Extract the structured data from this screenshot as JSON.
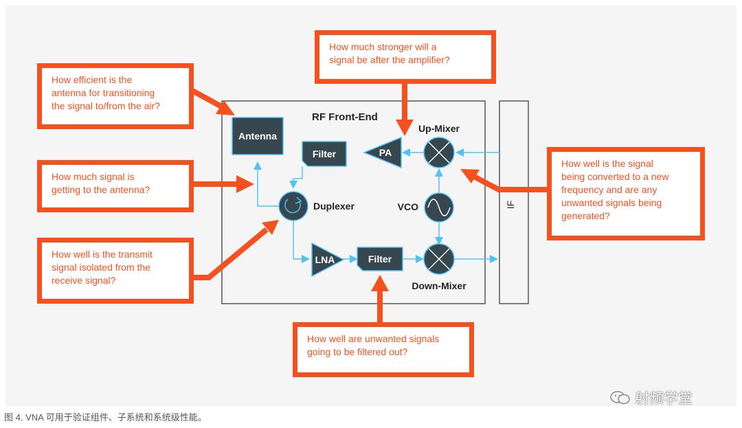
{
  "diagram": {
    "title": "RF Front-End",
    "blocks": {
      "antenna": "Antenna",
      "filter_tx": "Filter",
      "pa": "PA",
      "up_mixer": "Up-Mixer",
      "duplexer": "Duplexer",
      "vco": "VCO",
      "lna": "LNA",
      "filter_rx": "Filter",
      "down_mixer": "Down-Mixer",
      "if": "IF"
    },
    "questions": {
      "antenna_efficiency": "How efficient is the\nantenna for transitioning\nthe signal to/from the air?",
      "amplifier_gain": "How much stronger will a\nsignal be after the amplifier?",
      "signal_to_antenna": "How much signal is\ngetting to the antenna?",
      "tx_rx_isolation": "How well is the transmit\nsignal isolated from the\nreceive signal?",
      "mixer_conversion": "How well is the signal\nbeing converted to a new\nfrequency and are any\nunwanted signals being\ngenerated?",
      "filter_rejection": "How well are unwanted signals\ngoing to be filtered out?"
    }
  },
  "caption": "图 4. VNA 可用于验证组件、子系统和系统级性能。",
  "watermark": "射频学堂",
  "colors": {
    "orange": "#f4511e",
    "dark_block": "#37474f",
    "cyan_line": "#4fc3f7",
    "frame": "#555555"
  }
}
